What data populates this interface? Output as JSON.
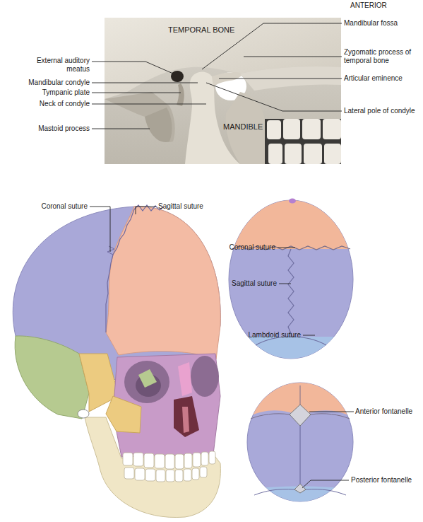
{
  "diagram": {
    "labels": [
      "ANTERIOR",
      "TEMPORAL BONE",
      "Mandibular fossa",
      "External auditory meatus",
      "Zygomatic process of temporal bone",
      "Mandibular condyle",
      "Articular eminence",
      "Tympanic plate",
      "Neck of condyle",
      "Lateral pole of condyle",
      "Mastoid process",
      "MANDIBLE",
      "Coronal suture",
      "Sagittal suture",
      "Coronal suture",
      "Sagittal suture",
      "Lambdoid suture",
      "Anterior fontanelle",
      "Posterior fontanelle"
    ]
  }
}
